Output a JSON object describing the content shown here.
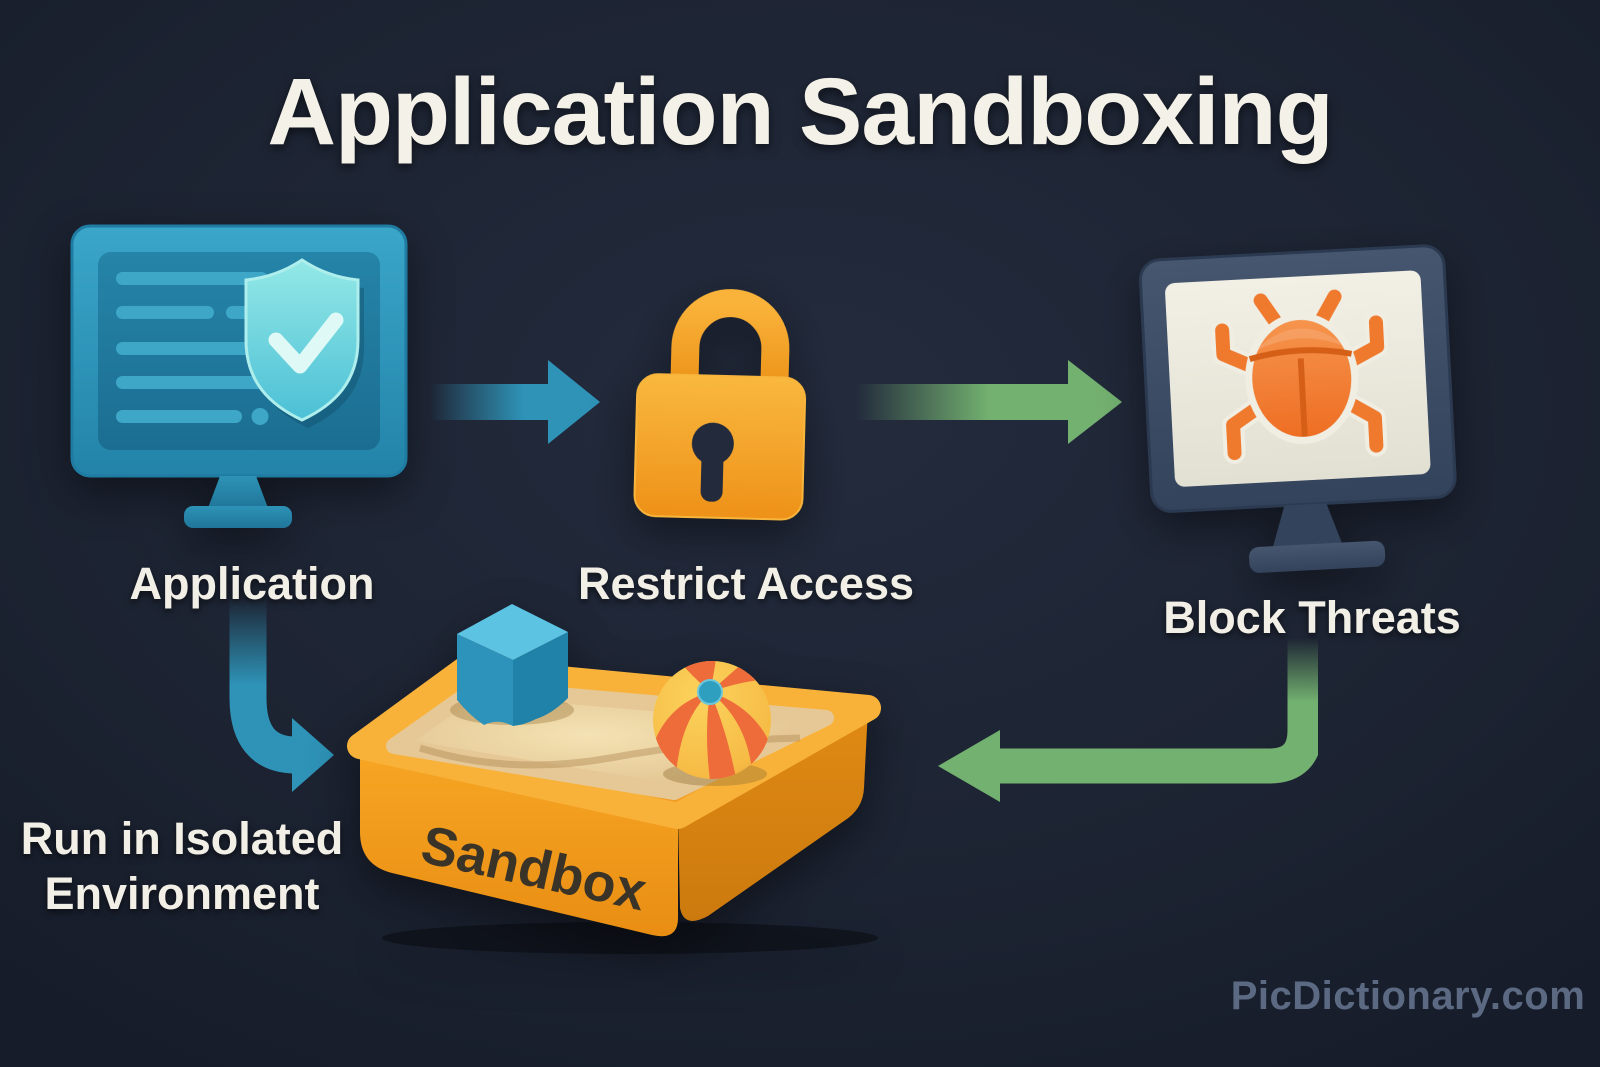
{
  "title": "Application Sandboxing",
  "nodes": {
    "application": {
      "label": "Application",
      "icon": "monitor-shield-icon"
    },
    "restrict_access": {
      "label": "Restrict Access",
      "icon": "padlock-icon"
    },
    "block_threats": {
      "label": "Block Threats",
      "icon": "monitor-bug-icon"
    },
    "sandbox": {
      "label": "Sandbox",
      "icon": "sandbox-icon"
    },
    "isolated": {
      "line1": "Run in Isolated",
      "line2": "Environment"
    }
  },
  "flow": [
    "application -> restrict_access (blue arrow)",
    "restrict_access -> block_threats (green arrow)",
    "application -> sandbox (blue curved arrow)",
    "block_threats -> sandbox (green curved arrow)"
  ],
  "watermark": "PicDictionary.com",
  "colors": {
    "background": "#1d2433",
    "text": "#f2efe6",
    "blue_monitor": "#2e93b7",
    "teal_shield": "#5fd0dc",
    "orange_lock": "#f5a623",
    "orange_bug": "#ef6e25",
    "green_arrow": "#73b170",
    "slate_monitor": "#3a4961",
    "sand": "#ecd4a4",
    "ball_yellow": "#f8c04a",
    "ball_orange": "#ef6c3a",
    "cube_blue": "#2e93bb",
    "watermark": "#5b6a82"
  }
}
